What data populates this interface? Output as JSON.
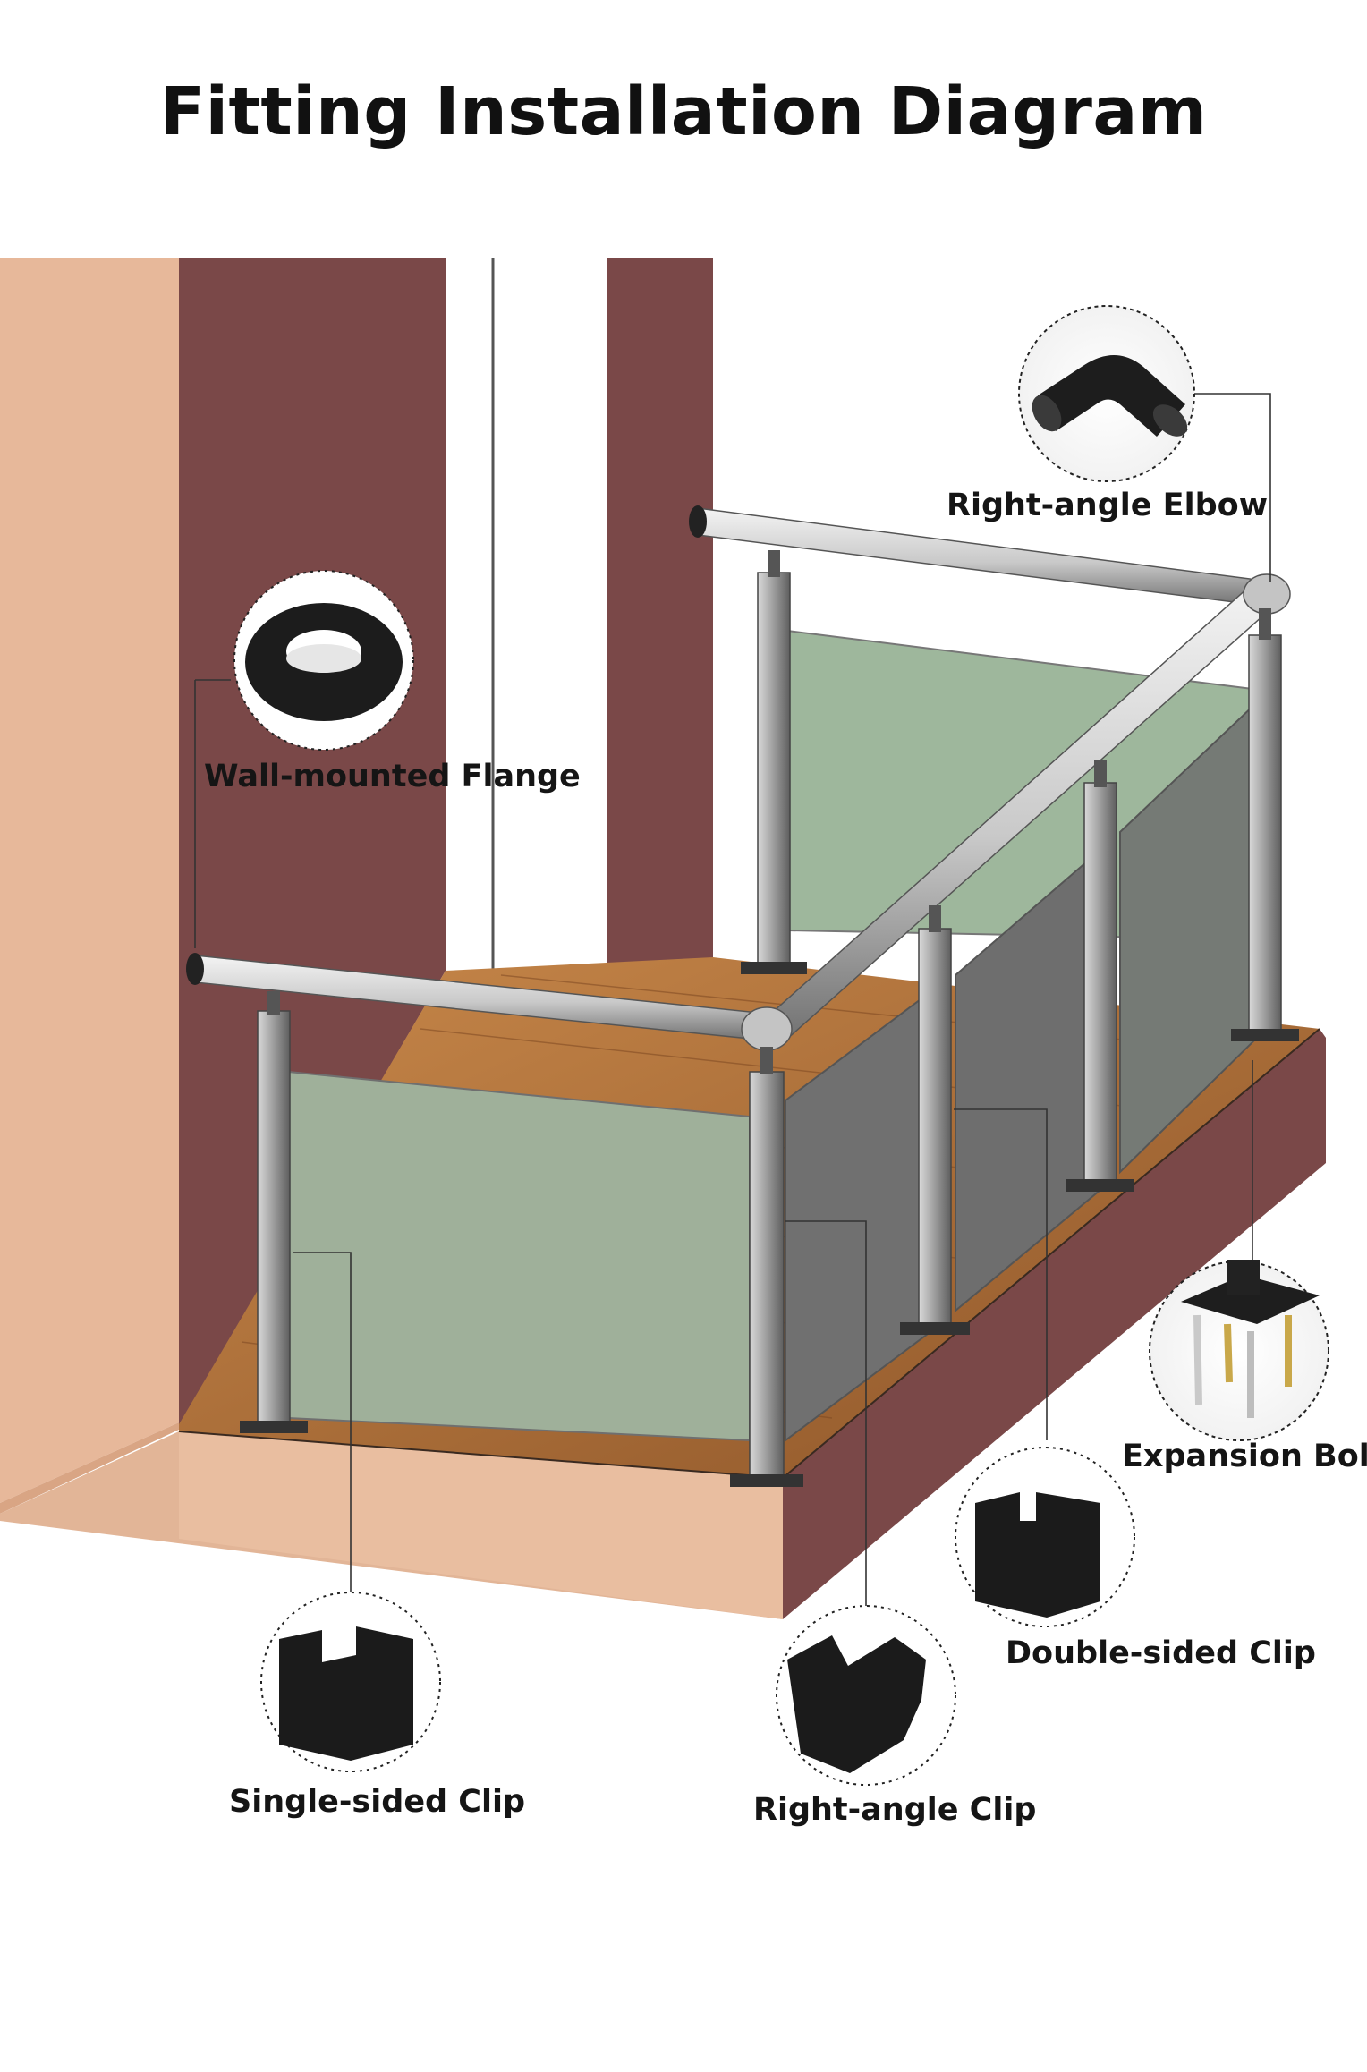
{
  "title": "Fitting Installation Diagram",
  "labels": {
    "elbow": "Right-angle Elbow",
    "flange": "Wall-mounted Flange",
    "expansion_bolt": "Expansion Bolt",
    "double_clip": "Double-sided Clip",
    "single_clip": "Single-sided Clip",
    "right_angle_clip": "Right-angle Clip"
  }
}
